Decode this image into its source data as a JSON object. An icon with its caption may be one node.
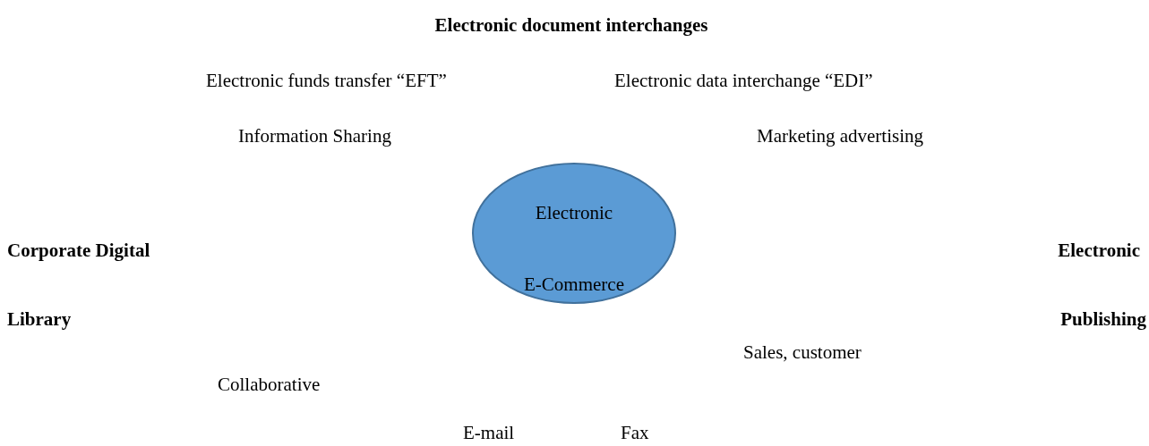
{
  "diagram": {
    "nodes": [
      {
        "text": [
          "Electronic",
          "E-Commerce"
        ]
      }
    ],
    "edges": [],
    "labels": [
      "Electronic document interchanges",
      "Electronic funds transfer “EFT”",
      "Electronic data interchange “EDI”",
      "Information Sharing",
      "Marketing advertising",
      "Corporate Digital",
      "Electronic",
      "Library",
      "Publishing",
      "Sales, customer",
      "Collaborative",
      "E-mail",
      "Fax"
    ]
  }
}
